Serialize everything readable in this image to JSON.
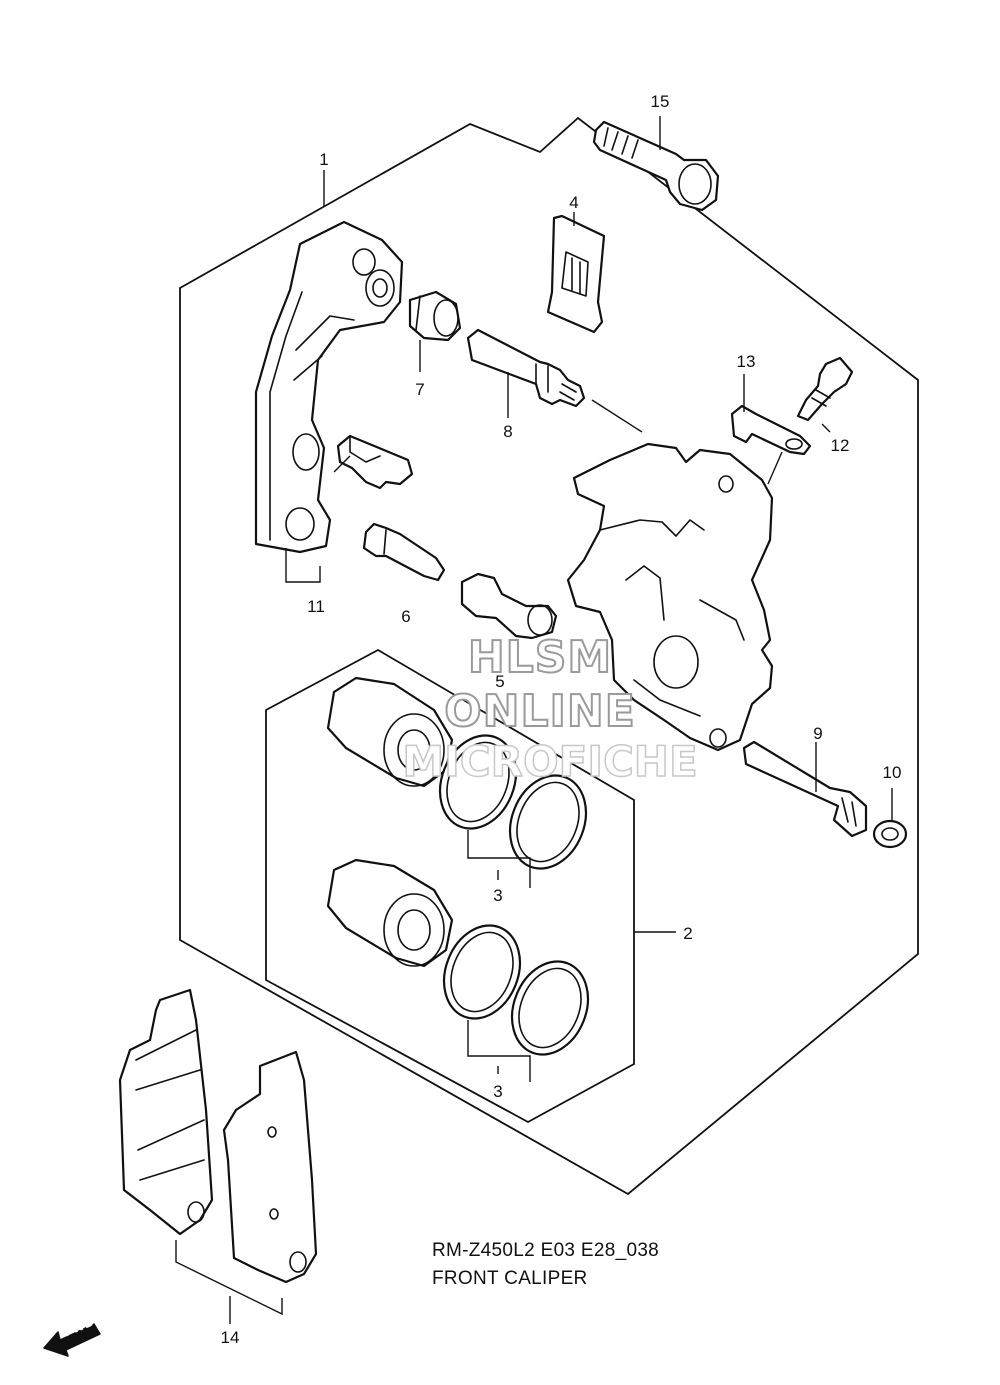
{
  "diagram": {
    "model_code": "RM-Z450L2 E03 E28_038",
    "title": "FRONT CALIPER",
    "watermark": {
      "line1": "HLSM",
      "line2": "ONLINE",
      "line3": "MICROFICHE"
    },
    "direction_badge": "FWD",
    "callouts": [
      "1",
      "2",
      "3",
      "3",
      "4",
      "5",
      "6",
      "7",
      "8",
      "9",
      "10",
      "11",
      "12",
      "13",
      "14",
      "15"
    ]
  }
}
